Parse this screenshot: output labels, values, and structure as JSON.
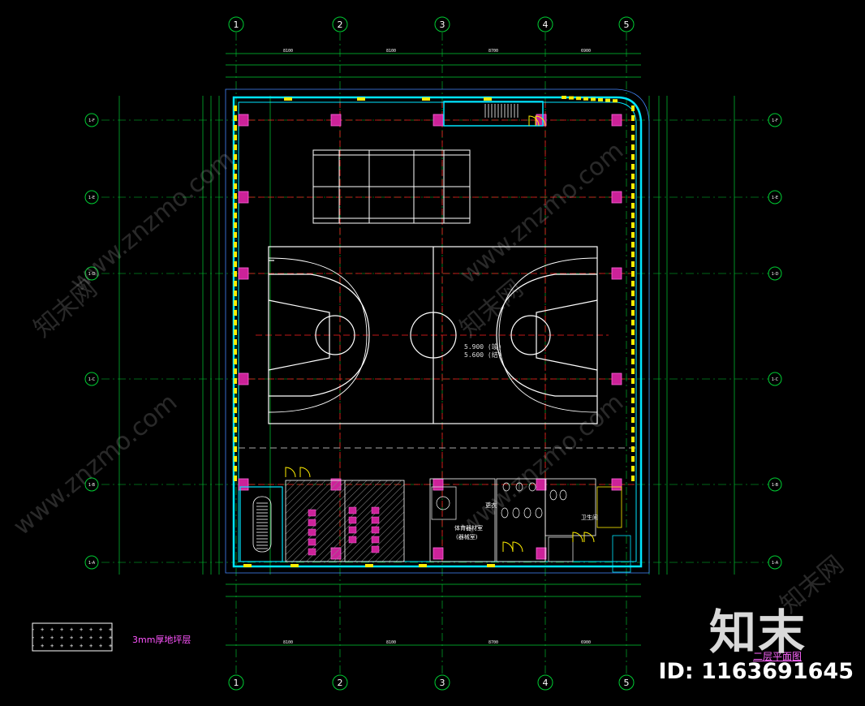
{
  "grid_columns": [
    "1",
    "2",
    "3",
    "4",
    "5"
  ],
  "grid_rows": [
    "1-F",
    "1-E",
    "1-D",
    "1-C",
    "1-B",
    "1-A"
  ],
  "top_dimensions": [
    "8100",
    "8100",
    "8700",
    "6900"
  ],
  "bottom_dimensions": [
    "8100",
    "8100",
    "8700",
    "6900"
  ],
  "floor_elevation": [
    "5.900 (竣)",
    "5.600 (结)"
  ],
  "room_labels": {
    "equipment_room": "体育器材室",
    "equipment_room_sub": "(器械室)",
    "changing": "更衣",
    "toilet": "卫生间"
  },
  "legend_label": "3mm厚地坪层",
  "plan_title": "二层平面图",
  "watermark": {
    "site_text": "www.znzmo.com",
    "cn_text": "知末网",
    "logo": "知末",
    "id": "ID: 1163691645"
  },
  "colors": {
    "background": "#000000",
    "grid_line": "#00cc33",
    "axis_red": "#ff2020",
    "wall": "#00e5ff",
    "column": "#ff33cc",
    "court": "#ffffff",
    "window": "#ffee00"
  }
}
